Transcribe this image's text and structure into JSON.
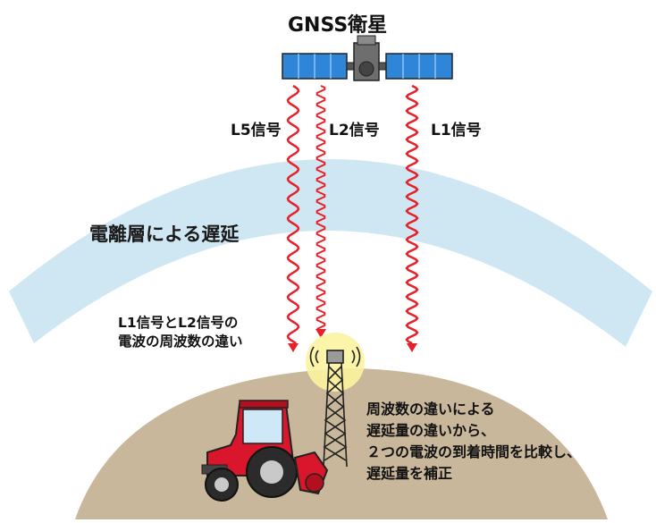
{
  "title": "GNSS衛星",
  "signals": {
    "l5": "L5信号",
    "l2": "L2信号",
    "l1": "L1信号"
  },
  "ionosphere_label": "電離層による遅延",
  "frequency_difference": [
    "L1信号とL2信号の",
    "電波の周波数の違い"
  ],
  "correction_text": [
    "周波数の違いによる",
    "遅延量の違いから、",
    "２つの電波の到着時間を比較し、",
    "遅延量を補正"
  ],
  "colors": {
    "ionosphere": "#cfe6f3",
    "ground": "#c8b79a",
    "signal": "#e8202a",
    "satellite_panel": "#2f86d8",
    "tractor": "#d9162c",
    "antenna_glow": "#fbf3a0"
  }
}
